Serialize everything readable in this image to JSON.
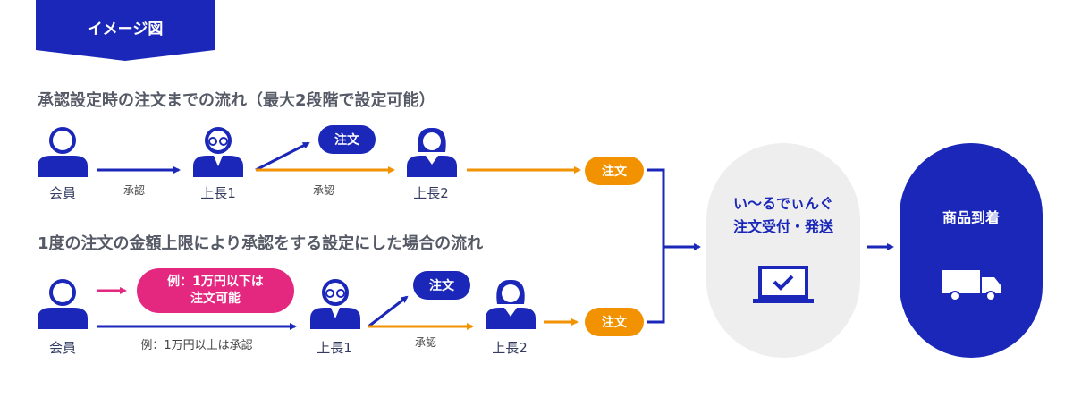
{
  "banner": {
    "label": "イメージ図"
  },
  "section1": {
    "heading": "承認設定時の注文までの流れ（最大2段階で設定可能）",
    "member": "会員",
    "approval1": "承認",
    "boss1": "上長1",
    "approval2": "承認",
    "boss2": "上長2",
    "order_branch": "注文",
    "order_final": "注文"
  },
  "section2": {
    "heading": "1度の注文の金額上限により承認をする設定にした場合の流れ",
    "member": "会員",
    "example_pill_line1": "例：1万円以下は",
    "example_pill_line2": "注文可能",
    "example_note": "例：1万円以上は承認",
    "boss1": "上長1",
    "approval": "承認",
    "boss2": "上長2",
    "order_branch": "注文",
    "order_final": "注文"
  },
  "receive": {
    "line1": "い〜るでぃんぐ",
    "line2": "注文受付・発送"
  },
  "delivery": {
    "label": "商品到着"
  },
  "colors": {
    "navy": "#1a27b8",
    "orange": "#f39200",
    "pink": "#e4277f",
    "grey_bg": "#eeeeee",
    "heading": "#555a66"
  },
  "icons": [
    "person-icon",
    "person-glasses-icon",
    "person-female-icon",
    "laptop-check-icon",
    "truck-icon"
  ]
}
